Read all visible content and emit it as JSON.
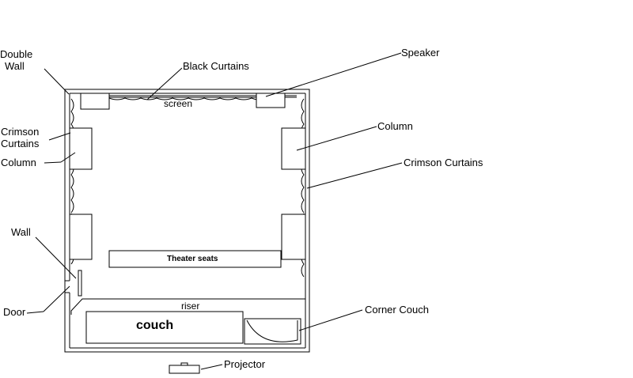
{
  "labels": {
    "double_wall_line1": "Double",
    "double_wall_line2": "Wall",
    "black_curtains": "Black Curtains",
    "speaker": "Speaker",
    "screen": "screen",
    "crimson_curtains_left_line1": "Crimson",
    "crimson_curtains_left_line2": "Curtains",
    "column_left": "Column",
    "column_right": "Column",
    "crimson_curtains_right": "Crimson Curtains",
    "wall": "Wall",
    "theater_seats": "Theater seats",
    "door": "Door",
    "riser": "riser",
    "couch": "couch",
    "corner_couch": "Corner Couch",
    "projector": "Projector"
  }
}
